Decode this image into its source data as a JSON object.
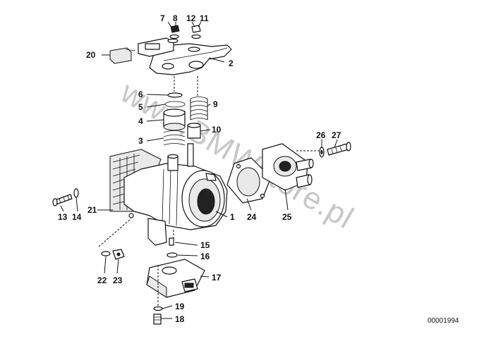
{
  "watermark": "www.BMWstore.pl",
  "reference_number": "00001994",
  "callouts": [
    {
      "id": "c1",
      "label": "1"
    },
    {
      "id": "c2",
      "label": "2"
    },
    {
      "id": "c3",
      "label": "3"
    },
    {
      "id": "c4",
      "label": "4"
    },
    {
      "id": "c5",
      "label": "5"
    },
    {
      "id": "c6",
      "label": "6"
    },
    {
      "id": "c7",
      "label": "7"
    },
    {
      "id": "c8",
      "label": "8"
    },
    {
      "id": "c9",
      "label": "9"
    },
    {
      "id": "c10",
      "label": "10"
    },
    {
      "id": "c11",
      "label": "11"
    },
    {
      "id": "c12",
      "label": "12"
    },
    {
      "id": "c13",
      "label": "13"
    },
    {
      "id": "c14",
      "label": "14"
    },
    {
      "id": "c15",
      "label": "15"
    },
    {
      "id": "c16",
      "label": "16"
    },
    {
      "id": "c17",
      "label": "17"
    },
    {
      "id": "c18",
      "label": "18"
    },
    {
      "id": "c19",
      "label": "19"
    },
    {
      "id": "c20",
      "label": "20"
    },
    {
      "id": "c21",
      "label": "21"
    },
    {
      "id": "c22",
      "label": "22"
    },
    {
      "id": "c23",
      "label": "23"
    },
    {
      "id": "c24",
      "label": "24"
    },
    {
      "id": "c25",
      "label": "25"
    },
    {
      "id": "c26",
      "label": "26"
    },
    {
      "id": "c27",
      "label": "27"
    }
  ]
}
